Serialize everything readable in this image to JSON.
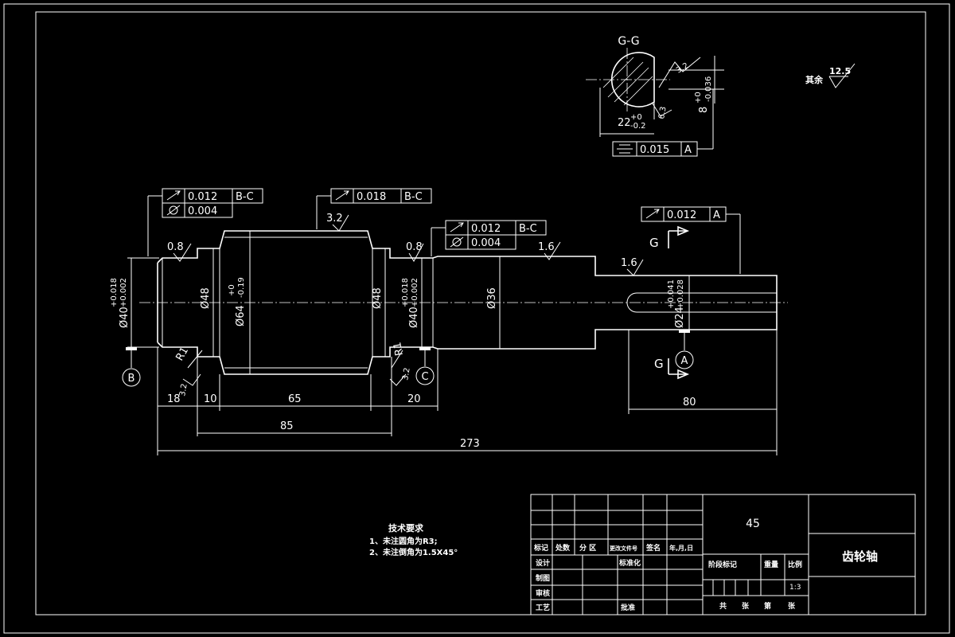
{
  "material": "45",
  "part_name": "齿轮轴",
  "scale": "1:3",
  "surface_rest": {
    "label": "其余",
    "value": "12.5"
  },
  "tech_req": {
    "title": "技术要求",
    "items": [
      "1、未注圆角为R3;",
      "2、未注倒角为1.5X45°"
    ]
  },
  "title_block": {
    "row_labels": [
      "标记",
      "处数",
      "分 区",
      "更改文件号",
      "签名",
      "年,月,日"
    ],
    "design": "设计",
    "standard": "标准化",
    "draw": "制图",
    "check": "审核",
    "process": "工艺",
    "approve": "批准",
    "stage_mark": "阶段标记",
    "weight": "重量",
    "ratio": "比例",
    "sheets": [
      "共",
      "张",
      "第",
      "张"
    ]
  },
  "section": {
    "label": "G-G",
    "dim_width": "22",
    "dim_width_tol": [
      "+0",
      "-0.2"
    ],
    "dim_key": "8",
    "dim_key_tol": [
      "+0",
      "-0.036"
    ],
    "roughness_a": "3.2",
    "roughness_b": "6.3",
    "symmetry": {
      "value": "0.015",
      "datum": "A"
    }
  },
  "fcf": {
    "left_runout": {
      "value": "0.012",
      "datum": "B-C"
    },
    "left_cyl": {
      "value": "0.004"
    },
    "gear_runout": {
      "value": "0.018",
      "datum": "B-C"
    },
    "right_runout": {
      "value": "0.012",
      "datum": "B-C"
    },
    "right_cyl": {
      "value": "0.004"
    },
    "end_runout": {
      "value": "0.012",
      "datum": "A"
    }
  },
  "dims": {
    "d40_left": "Ø40",
    "d40_left_tol": [
      "+0.018",
      "+0.002"
    ],
    "d48_left": "Ø48",
    "d64": "Ø64",
    "d64_tol": [
      "+0",
      "-0.19"
    ],
    "d48_right": "Ø48",
    "d40_right": "Ø40",
    "d40_right_tol": [
      "+0.018",
      "+0.002"
    ],
    "d36": "Ø36",
    "d24": "Ø24",
    "d24_tol": [
      "+0.041",
      "+0.028"
    ],
    "l18": "18",
    "l10": "10",
    "l65": "65",
    "l20": "20",
    "l80": "80",
    "l85": "85",
    "l273": "273",
    "r1_left": "R1",
    "r1_right": "R1",
    "ra_08_left": "0.8",
    "ra_08_right": "0.8",
    "ra_32_gear": "3.2",
    "ra_16_a": "1.6",
    "ra_16_b": "1.6",
    "ra_32_left": "3.2",
    "ra_32_right": "3.2"
  },
  "datums": {
    "b": "B",
    "c": "C",
    "a": "A",
    "g": "G"
  }
}
